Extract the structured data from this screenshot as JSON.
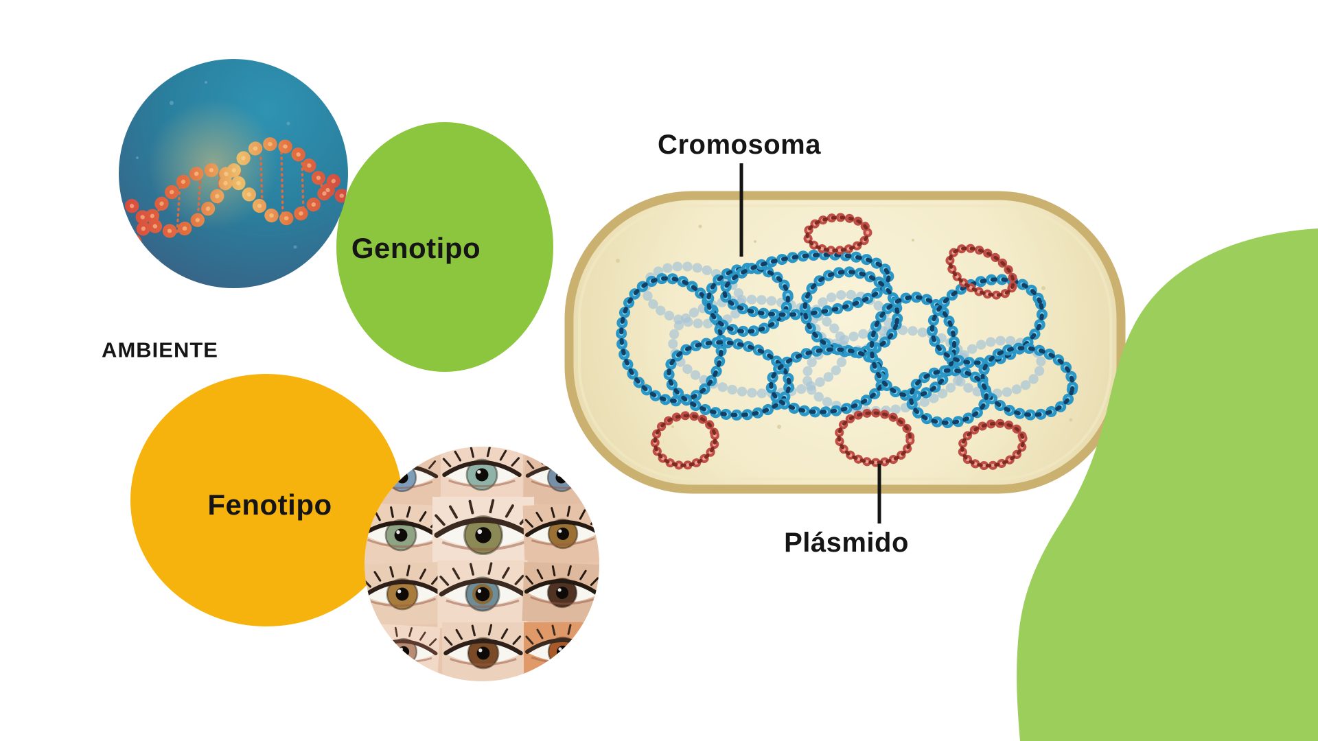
{
  "venn": {
    "genotipo_label": "Genotipo",
    "fenotipo_label": "Fenotipo",
    "ambiente_label": "AMBIENTE"
  },
  "bacterium_diagram": {
    "chromosome_label": "Cromosoma",
    "plasmid_label": "Plásmido",
    "plasmid_count": 5
  },
  "images": {
    "dna_photo": "dna-double-helix-photo",
    "eyes_collage": "human-eyes-collage-photo"
  },
  "palette": {
    "background": "#ffffff",
    "green_circle": "#8cc63f",
    "green_blob": "#9cce5b",
    "yellow_circle": "#f7b30d",
    "capsule_border": "#cbb170",
    "capsule_fill": "#f3ebc9",
    "chromosome_blue": "#2b97c7",
    "plasmid_red": "#bf4f46",
    "text_black": "#151515"
  }
}
